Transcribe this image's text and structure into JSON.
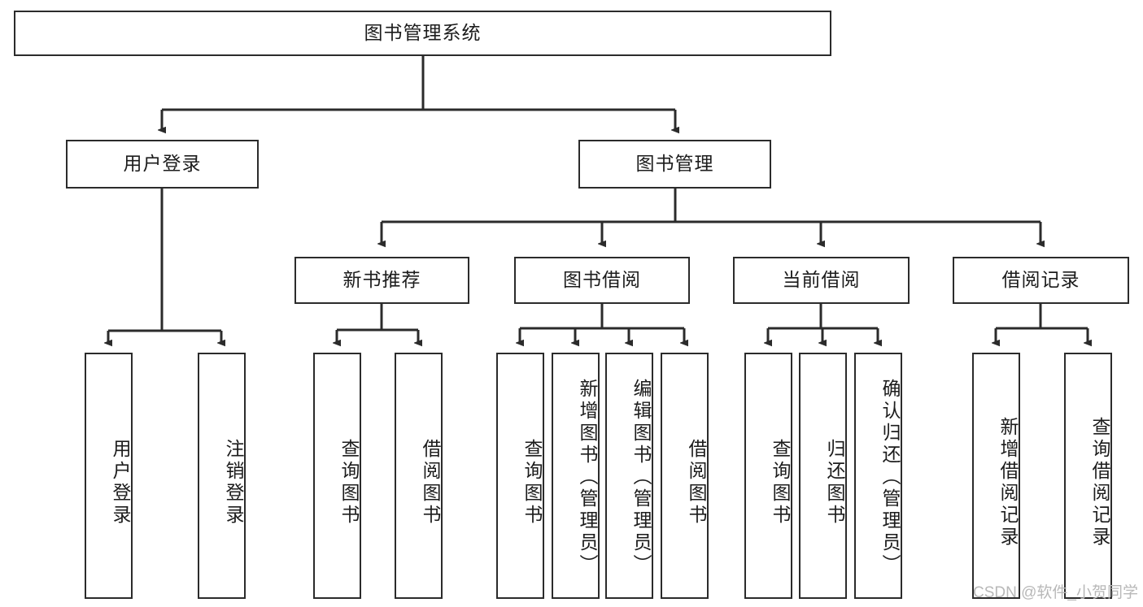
{
  "diagram": {
    "title": "图书管理系统",
    "type": "tree",
    "style": {
      "line_color": "#2b2b2b",
      "box_border": "#2b2b2b",
      "box_fill": "#ffffff",
      "text_color": "#1c1c1c",
      "background": "#ffffff",
      "watermark_color": "#b8b8b8"
    },
    "levels": {
      "level1": {
        "label": "图书管理系统"
      },
      "level2": [
        {
          "label": "用户登录"
        },
        {
          "label": "图书管理"
        }
      ],
      "level3": [
        {
          "label": "新书推荐"
        },
        {
          "label": "图书借阅"
        },
        {
          "label": "当前借阅"
        },
        {
          "label": "借阅记录"
        }
      ],
      "level4": {
        "user_login": [
          {
            "label": "用户登录"
          },
          {
            "label": "注销登录"
          }
        ],
        "new_book_recommend": [
          {
            "label": "查询图书"
          },
          {
            "label": "借阅图书"
          }
        ],
        "book_borrow": [
          {
            "label": "查询图书"
          },
          {
            "label": "新增图书（管理员）"
          },
          {
            "label": "编辑图书（管理员）"
          },
          {
            "label": "借阅图书"
          }
        ],
        "current_borrow": [
          {
            "label": "查询图书"
          },
          {
            "label": "归还图书"
          },
          {
            "label": "确认归还（管理员）"
          }
        ],
        "borrow_record": [
          {
            "label": "新增借阅记录"
          },
          {
            "label": "查询借阅记录"
          }
        ]
      }
    },
    "watermark": "CSDN @软件_小贺同学"
  }
}
